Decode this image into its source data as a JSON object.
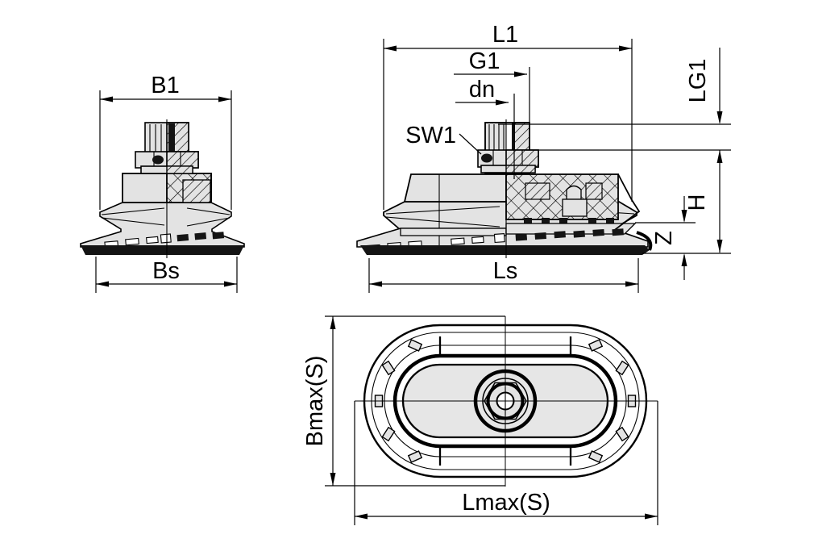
{
  "page": {
    "background": "#ffffff"
  },
  "drawing": {
    "type": "suction-cup dimensional drawing, three views",
    "line_color": "#000000",
    "part_fill": "#e3e3e3",
    "views": {
      "end_view": {
        "width_top": "B1",
        "width_bottom": "Bs"
      },
      "section_view": {
        "length_top": "L1",
        "thread": "G1",
        "nozzle_diameter": "dn",
        "wrench_size": "SW1",
        "thread_length": "LG1",
        "height": "H",
        "stroke": "Z",
        "length_bottom": "Ls"
      },
      "plan_view": {
        "width_max": "Bmax(S)",
        "length_max": "Lmax(S)"
      }
    }
  }
}
